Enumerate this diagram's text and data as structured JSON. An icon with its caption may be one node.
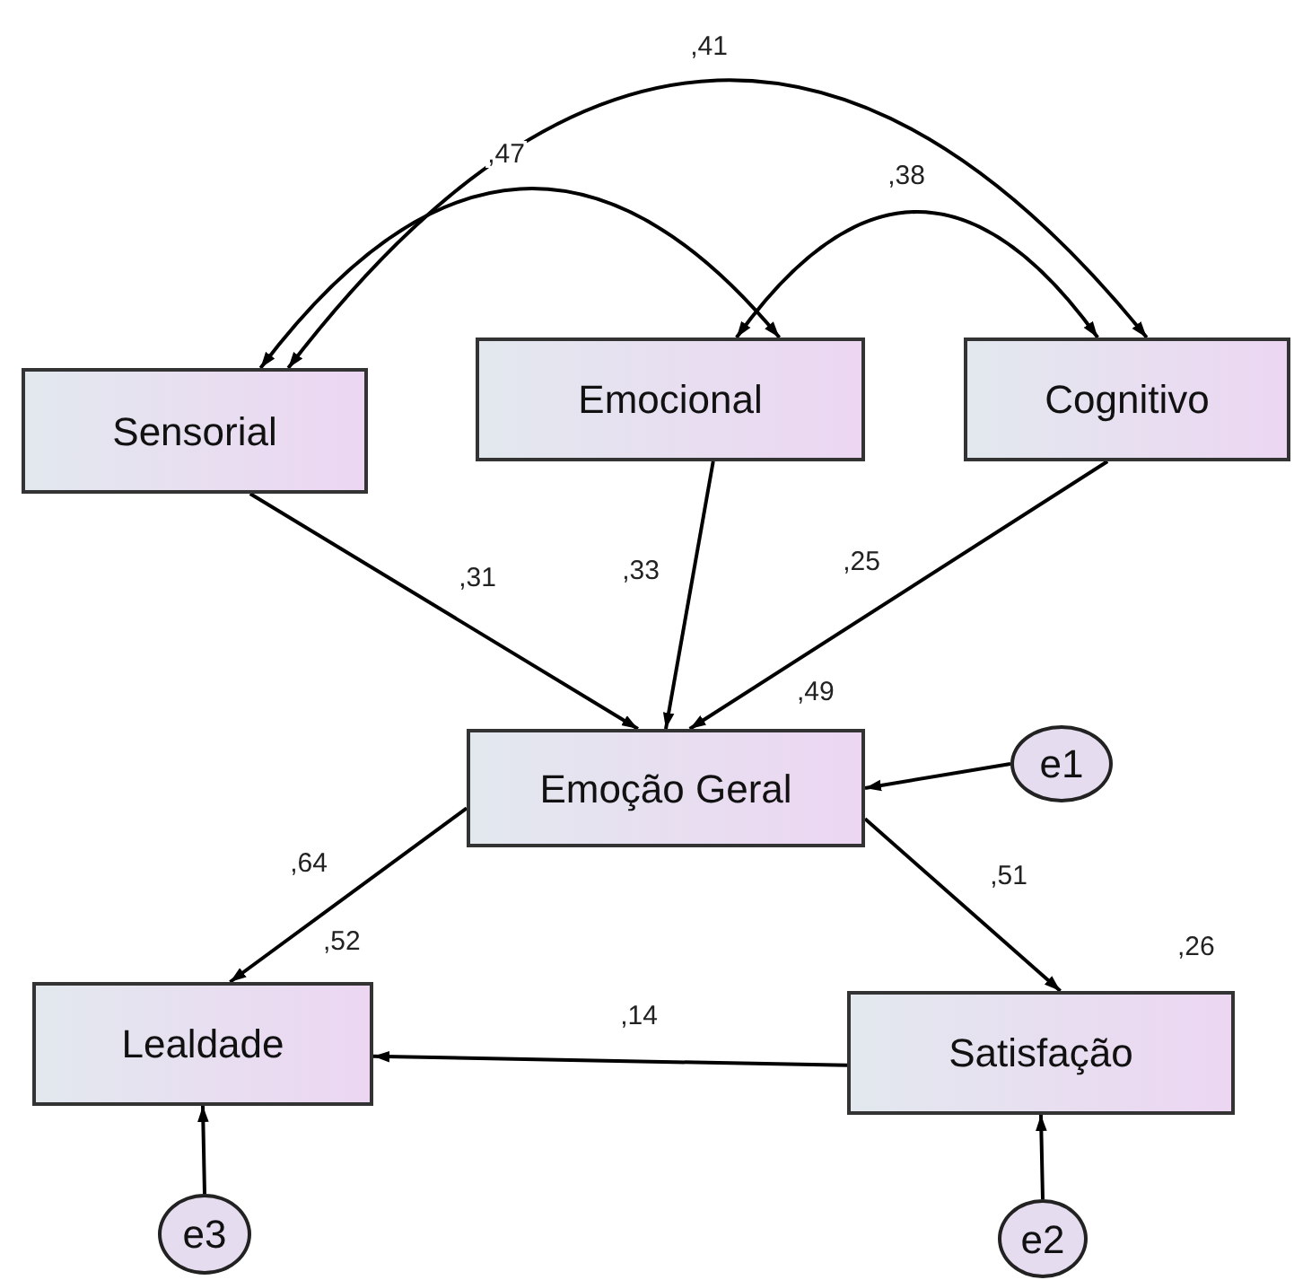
{
  "diagram": {
    "nodes": [
      {
        "text": [
          "Sensorial"
        ]
      },
      {
        "text": [
          "Emocional"
        ]
      },
      {
        "text": [
          "Cognitivo"
        ]
      },
      {
        "text": [
          "Emoção Geral"
        ],
        "beside": [
          ",49"
        ]
      },
      {
        "text": [
          "e1"
        ]
      },
      {
        "text": [
          "Lealdade"
        ],
        "beside": [
          ",52"
        ]
      },
      {
        "text": [
          "Satisfação"
        ],
        "beside": [
          ",26"
        ]
      },
      {
        "text": [
          "e3"
        ]
      },
      {
        "text": [
          "e2"
        ]
      }
    ],
    "edges": [
      {
        "from": 0,
        "to": 1,
        "arrow": "both",
        "label": ",47"
      },
      {
        "from": 1,
        "to": 2,
        "arrow": "both",
        "label": ",38"
      },
      {
        "from": 0,
        "to": 2,
        "arrow": "both",
        "label": ",41"
      },
      {
        "from": 0,
        "to": 3,
        "arrow": "to",
        "label": ",31"
      },
      {
        "from": 1,
        "to": 3,
        "arrow": "to",
        "label": ",33"
      },
      {
        "from": 2,
        "to": 3,
        "arrow": "to",
        "label": ",25"
      },
      {
        "from": 4,
        "to": 3,
        "arrow": "to"
      },
      {
        "from": 3,
        "to": 5,
        "arrow": "to",
        "label": ",64"
      },
      {
        "from": 3,
        "to": 6,
        "arrow": "to",
        "label": ",51"
      },
      {
        "from": 6,
        "to": 5,
        "arrow": "to",
        "label": ",14"
      },
      {
        "from": 7,
        "to": 5,
        "arrow": "to"
      },
      {
        "from": 8,
        "to": 6,
        "arrow": "to"
      }
    ]
  }
}
